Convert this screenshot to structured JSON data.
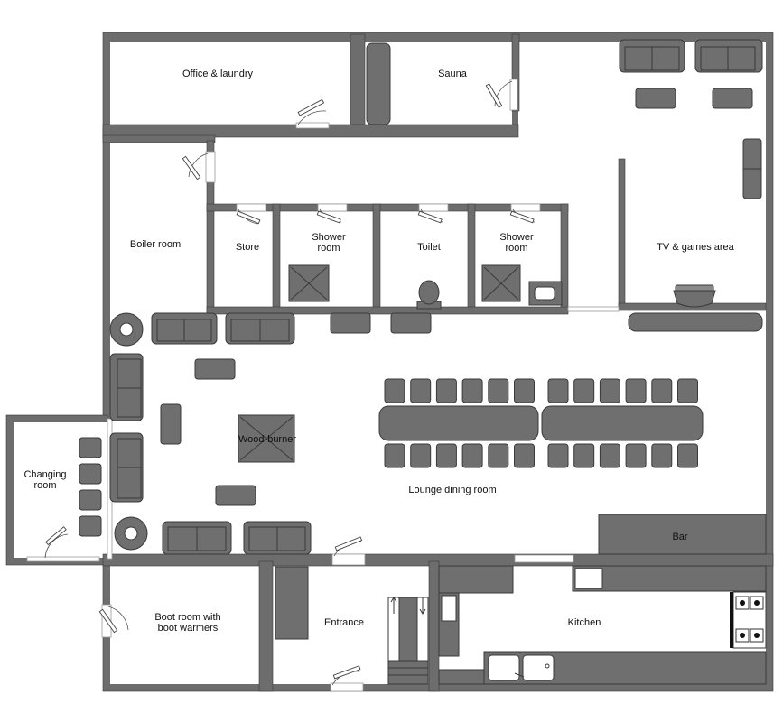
{
  "plan": {
    "rooms": [
      {
        "id": "office",
        "lines": [
          "Office & laundry"
        ]
      },
      {
        "id": "sauna",
        "lines": [
          "Sauna"
        ]
      },
      {
        "id": "boiler",
        "lines": [
          "Boiler room"
        ]
      },
      {
        "id": "store",
        "lines": [
          "Store"
        ]
      },
      {
        "id": "shower1",
        "lines": [
          "Shower",
          "room"
        ]
      },
      {
        "id": "toilet",
        "lines": [
          "Toilet"
        ]
      },
      {
        "id": "shower2",
        "lines": [
          "Shower",
          "room"
        ]
      },
      {
        "id": "tv",
        "lines": [
          "TV & games area"
        ]
      },
      {
        "id": "woodburner",
        "lines": [
          "Wood-burner"
        ]
      },
      {
        "id": "lounge",
        "lines": [
          "Lounge dining room"
        ]
      },
      {
        "id": "changing",
        "lines": [
          "Changing",
          "room"
        ]
      },
      {
        "id": "bar",
        "lines": [
          "Bar"
        ]
      },
      {
        "id": "bootroom",
        "lines": [
          "Boot room with",
          "boot warmers"
        ]
      },
      {
        "id": "entrance",
        "lines": [
          "Entrance"
        ]
      },
      {
        "id": "kitchen",
        "lines": [
          "Kitchen"
        ]
      }
    ]
  },
  "colors": {
    "wall": "#6d6d6d",
    "furniture": "#6f6f6f",
    "floor": "#ffffff"
  }
}
